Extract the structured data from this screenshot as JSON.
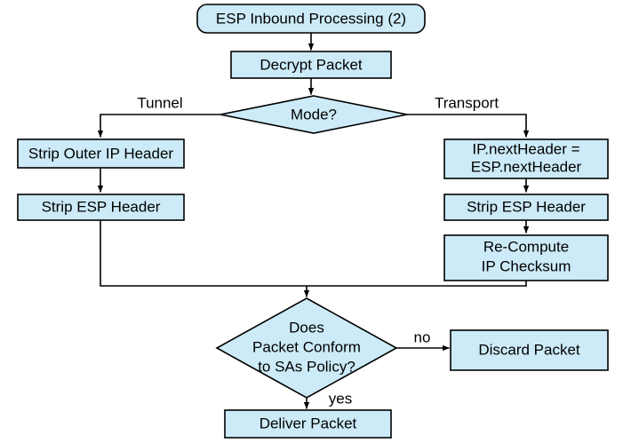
{
  "diagram": {
    "title": "ESP Inbound Processing (2)",
    "type": "flowchart",
    "colors": {
      "node_fill": "#CCEAF7",
      "node_stroke": "#000000",
      "background": "#FFFFFF",
      "text": "#000000"
    },
    "nodes": {
      "start": {
        "label": "ESP Inbound Processing (2)",
        "shape": "rounded-terminator"
      },
      "decrypt": {
        "label": "Decrypt Packet",
        "shape": "process"
      },
      "mode": {
        "label": "Mode?",
        "shape": "decision"
      },
      "strip_outer_ip": {
        "label": "Strip Outer IP Header",
        "shape": "process"
      },
      "strip_esp_left": {
        "label": "Strip ESP Header",
        "shape": "process"
      },
      "next_header": {
        "label_line1": "IP.nextHeader =",
        "label_line2": "ESP.nextHeader",
        "shape": "process"
      },
      "strip_esp_right": {
        "label": "Strip ESP Header",
        "shape": "process"
      },
      "recompute": {
        "label_line1": "Re-Compute",
        "label_line2": "IP Checksum",
        "shape": "process"
      },
      "conform": {
        "label_line1": "Does",
        "label_line2": "Packet Conform",
        "label_line3": "to SAs Policy?",
        "shape": "decision"
      },
      "discard": {
        "label": "Discard Packet",
        "shape": "process"
      },
      "deliver": {
        "label": "Deliver Packet",
        "shape": "process"
      }
    },
    "edge_labels": {
      "tunnel": "Tunnel",
      "transport": "Transport",
      "no": "no",
      "yes": "yes"
    }
  }
}
